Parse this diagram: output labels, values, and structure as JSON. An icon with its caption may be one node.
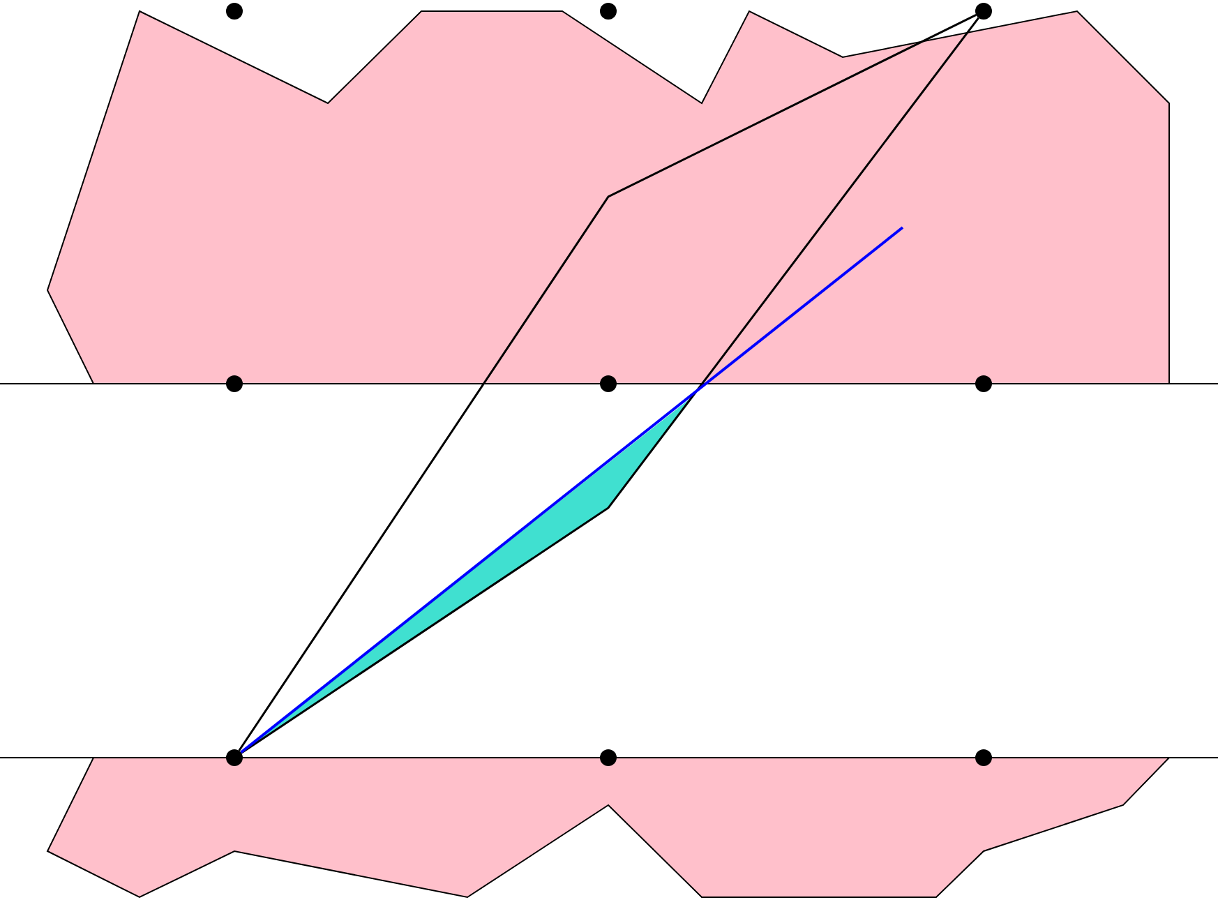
{
  "diagram": {
    "nodes": [
      {
        "text": [],
        "shape": "circle"
      },
      {
        "text": [],
        "shape": "circle"
      },
      {
        "text": [],
        "shape": "circle"
      },
      {
        "text": [],
        "shape": "circle"
      },
      {
        "text": [],
        "shape": "circle"
      },
      {
        "text": [],
        "shape": "circle"
      },
      {
        "text": [],
        "shape": "circle"
      },
      {
        "text": [],
        "shape": "circle"
      },
      {
        "text": [],
        "shape": "circle"
      }
    ],
    "edges": [
      {
        "from": 2,
        "to": 6,
        "arrow": "none"
      },
      {
        "from": 2,
        "to": 6,
        "arrow": "none"
      },
      {
        "from": 6,
        "to": null,
        "arrow": "none",
        "color": "#0000ff"
      }
    ]
  }
}
